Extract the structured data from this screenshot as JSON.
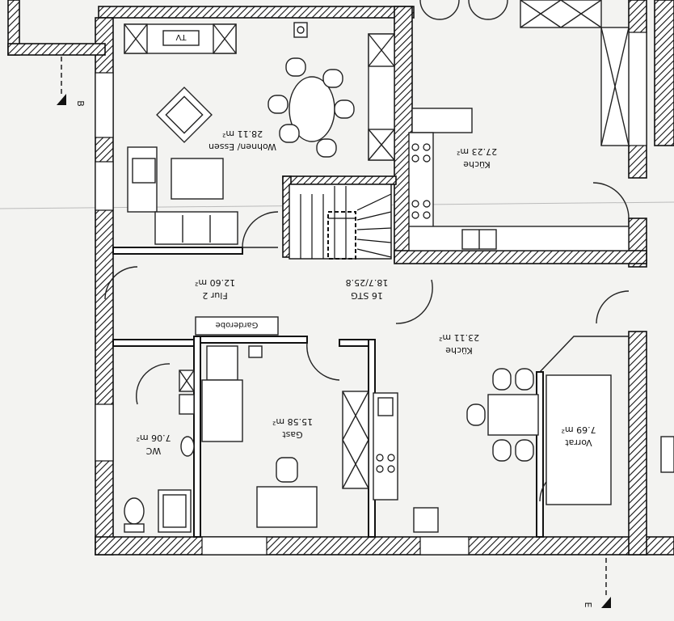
{
  "rooms": {
    "wohnen": {
      "name": "Wohnen/ Essen",
      "area": "28.11 m²"
    },
    "kueche_top": {
      "name": "Küche",
      "area": "27.23 m²"
    },
    "flur": {
      "name": "Flur 2",
      "area": "12.60 m²"
    },
    "kueche_main": {
      "name": "Küche",
      "area": "23.11 m²"
    },
    "wc": {
      "name": "WC",
      "area": "7.06 m²"
    },
    "gast": {
      "name": "Gast",
      "area": "15.58 m²"
    },
    "vorrat": {
      "name": "Vorrat",
      "area": "7.69 m²"
    }
  },
  "stairs": {
    "steps": "16 STG",
    "dimension": "18.7/25.8"
  },
  "labels": {
    "garderobe": "Garderobe",
    "tv": "TV",
    "section_b": "B",
    "section_e": "E"
  },
  "colors": {
    "paper": "#f3f3f1",
    "ink": "#111111"
  }
}
